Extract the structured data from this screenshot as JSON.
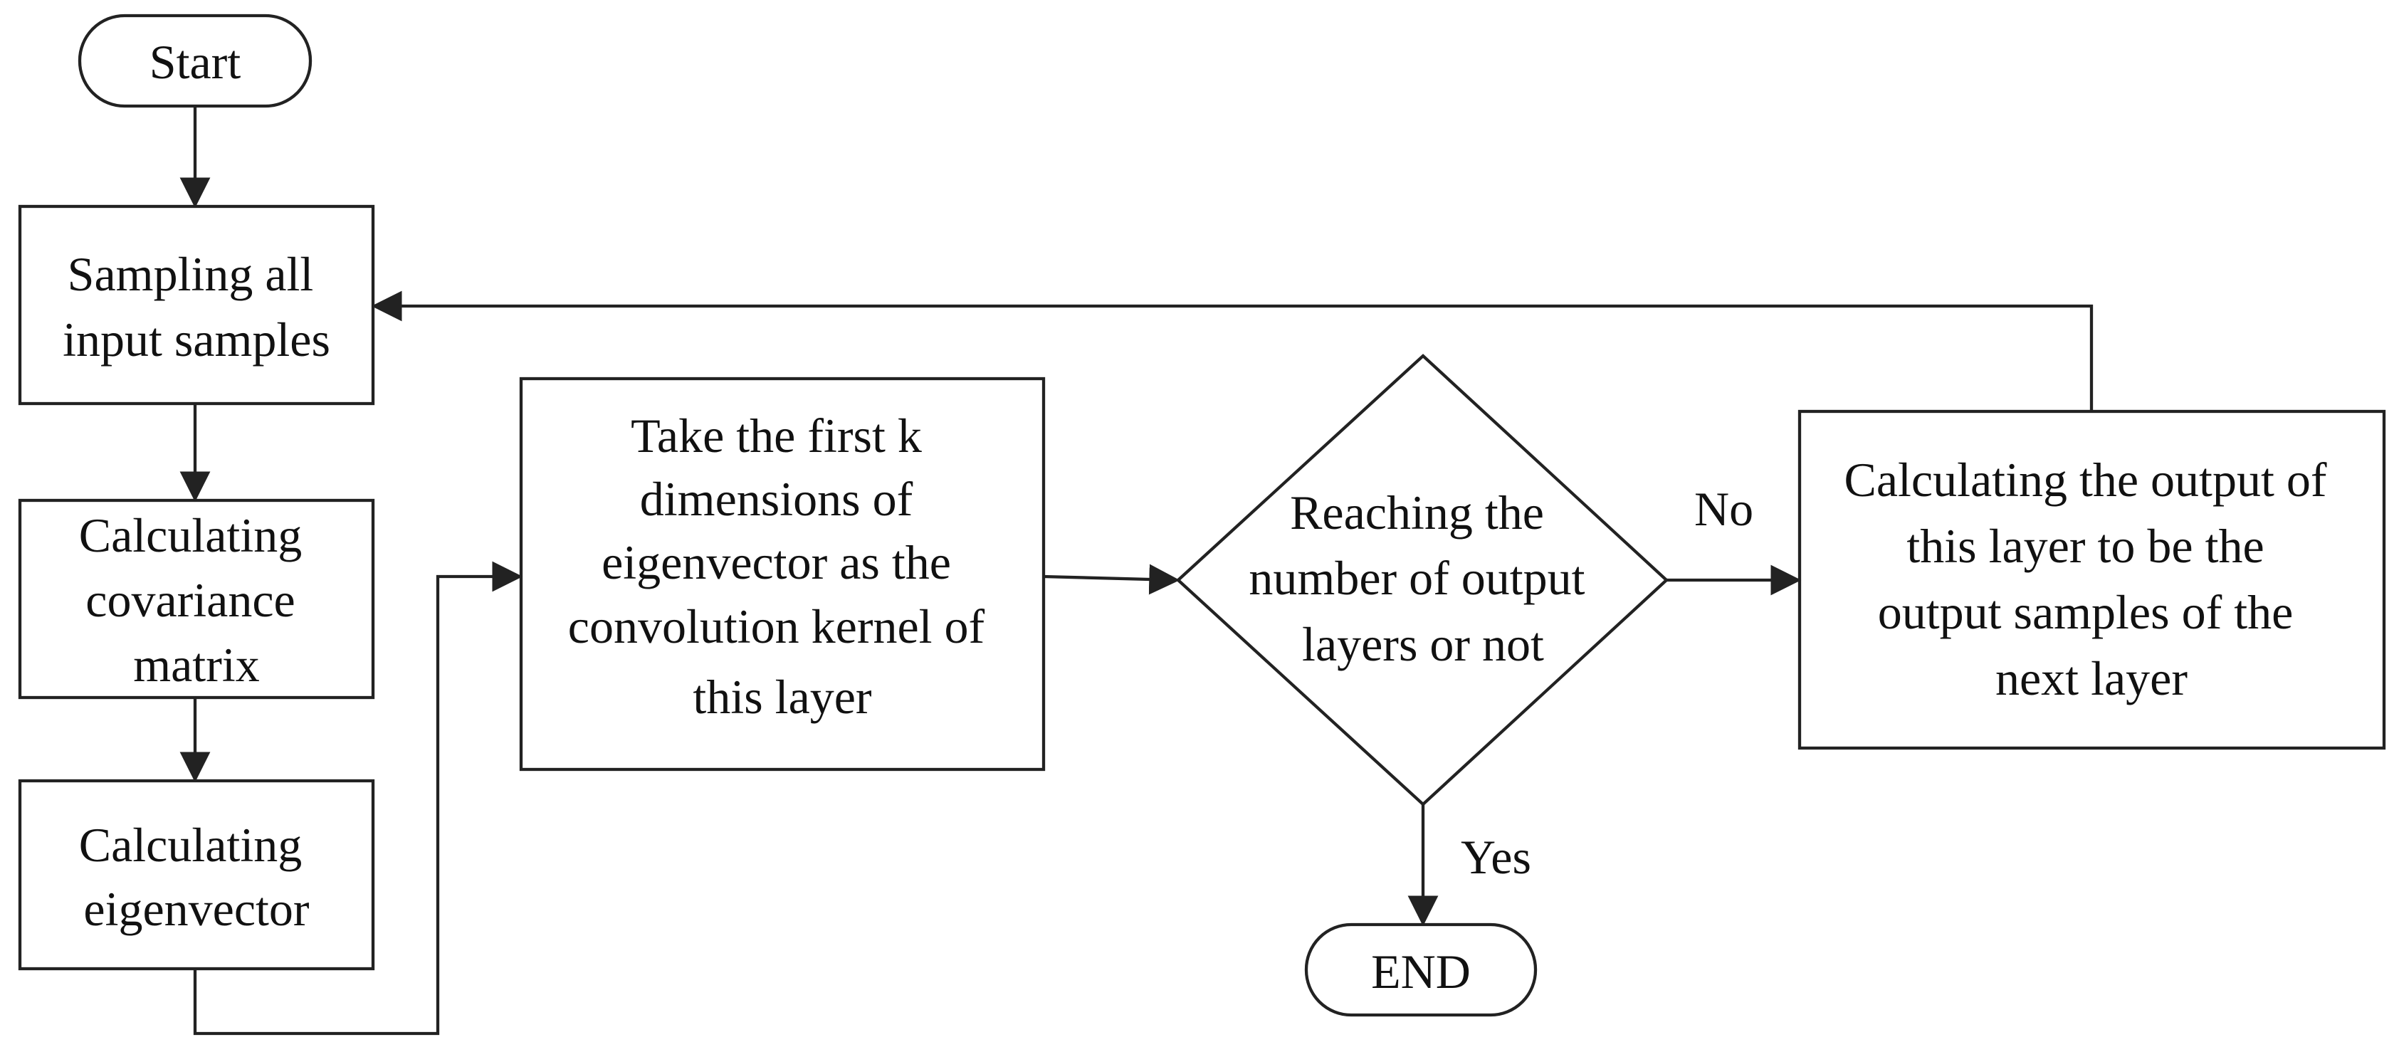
{
  "nodes": {
    "start": "Start",
    "sampling": [
      "Sampling all",
      "input samples"
    ],
    "covariance": [
      "Calculating",
      "covariance",
      "matrix"
    ],
    "eigenvector": [
      "Calculating",
      "eigenvector"
    ],
    "kernel": [
      "Take the first k",
      "dimensions of",
      "eigenvector as the",
      "convolution kernel of",
      "this layer"
    ],
    "decision": [
      "Reaching the",
      "number of output",
      "layers or not"
    ],
    "output": [
      "Calculating the output of",
      "this layer to be the",
      "output samples of the",
      "next layer"
    ],
    "end": "END"
  },
  "edge_labels": {
    "no": "No",
    "yes": "Yes"
  }
}
